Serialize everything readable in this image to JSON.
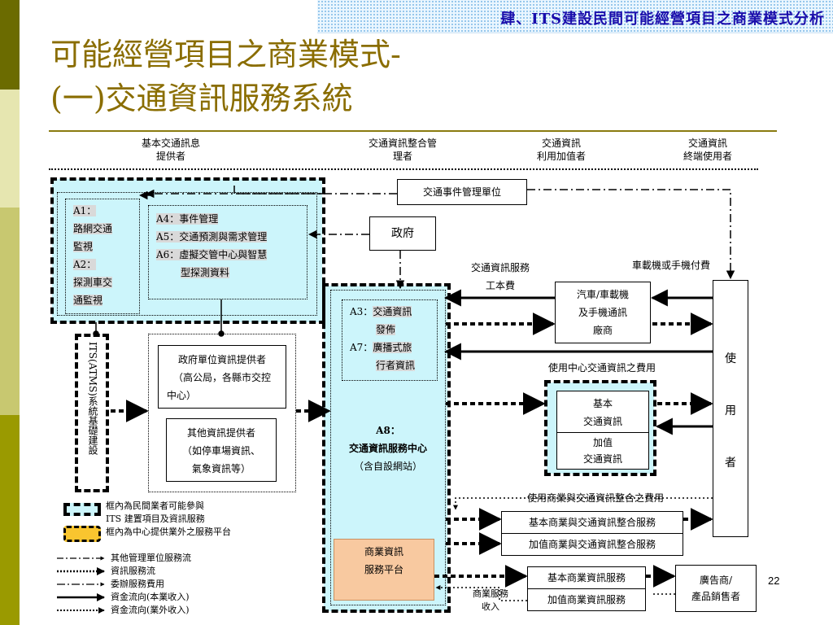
{
  "header": {
    "title": "肆、ITS建設民間可能經營項目之商業模式分析"
  },
  "title": {
    "line1": "可能經營項目之商業模式-",
    "line2": "(一)交通資訊服務系統"
  },
  "columns": {
    "c1": {
      "l1": "基本交通訊息",
      "l2": "提供者"
    },
    "c2": {
      "l1": "交通資訊整合管",
      "l2": "理者"
    },
    "c3": {
      "l1": "交通資訊",
      "l2": "利用加值者"
    },
    "c4": {
      "l1": "交通資訊",
      "l2": "終端使用者"
    }
  },
  "boxes": {
    "a1": [
      "A1：",
      "路網交通",
      "監視",
      "A2：",
      "探測車交",
      "通監視"
    ],
    "a4": [
      "A4：事件管理",
      "A5：交通預測與需求管理",
      "A6：虛擬交管中心與智慧"
    ],
    "a6_cont": "型探測資料",
    "event_unit": "交通事件管理單位",
    "gov": "政府",
    "a3": {
      "k1": "A3：",
      "v1a": "交通資訊",
      "v1b": "發佈",
      "k2": "A7：",
      "v2a": "廣播式旅",
      "v2b": "行者資訊"
    },
    "its_vertical": "ITS(ATMS)系統基礎建設",
    "gov_provider": [
      "政府單位資訊提供者",
      "（高公局，各縣市交控",
      "中心）"
    ],
    "other_provider": [
      "其他資訊提供者",
      "（如停車場資訊、",
      "氣象資訊等）"
    ],
    "a8": {
      "l1": "A8：",
      "l2": "交通資訊服務中心",
      "l3": "（含自設網站）"
    },
    "car": [
      "汽車/車載機",
      "及手機通訊",
      "廠商"
    ],
    "basic_info": [
      "基本",
      "交通資訊"
    ],
    "value_info": [
      "加值",
      "交通資訊"
    ],
    "user": [
      "使",
      "用",
      "者"
    ],
    "basic_integrate": "基本商業與交通資訊整合服務",
    "value_integrate": "加值商業與交通資訊整合服務",
    "biz_platform": [
      "商業資訊",
      "服務平台"
    ],
    "basic_biz": "基本商業資訊服務",
    "value_biz": "加值商業資訊服務",
    "advertiser": [
      "廣告商/",
      "產品銷售者"
    ]
  },
  "flow_labels": {
    "service_fee": [
      "交通資訊服務",
      "工本費"
    ],
    "onboard_fee": "車載機或手機付費",
    "center_fee": "使用中心交通資訊之費用",
    "integrate_fee": "使用商業與交通資訊整合之費用",
    "biz_income": [
      "商業服務",
      "收入"
    ]
  },
  "legend": {
    "box_private": [
      "框內為民間業者可能參與",
      "ITS 建置項目及資訊服務"
    ],
    "box_center": "框內為中心提供業外之服務平台",
    "lines": [
      "其他管理單位服務流",
      "資訊服務流",
      "委辦服務費用",
      "資金流向(本業收入)",
      "資金流向(業外收入)"
    ]
  },
  "page_number": "22",
  "colors": {
    "sidebar_dark": "#6b6b00",
    "sidebar_light": "#d8d890",
    "title": "#8a6d00",
    "header_text": "#1a0dab",
    "cyan": "#ccf5fb",
    "peach": "#f8c9a0"
  }
}
